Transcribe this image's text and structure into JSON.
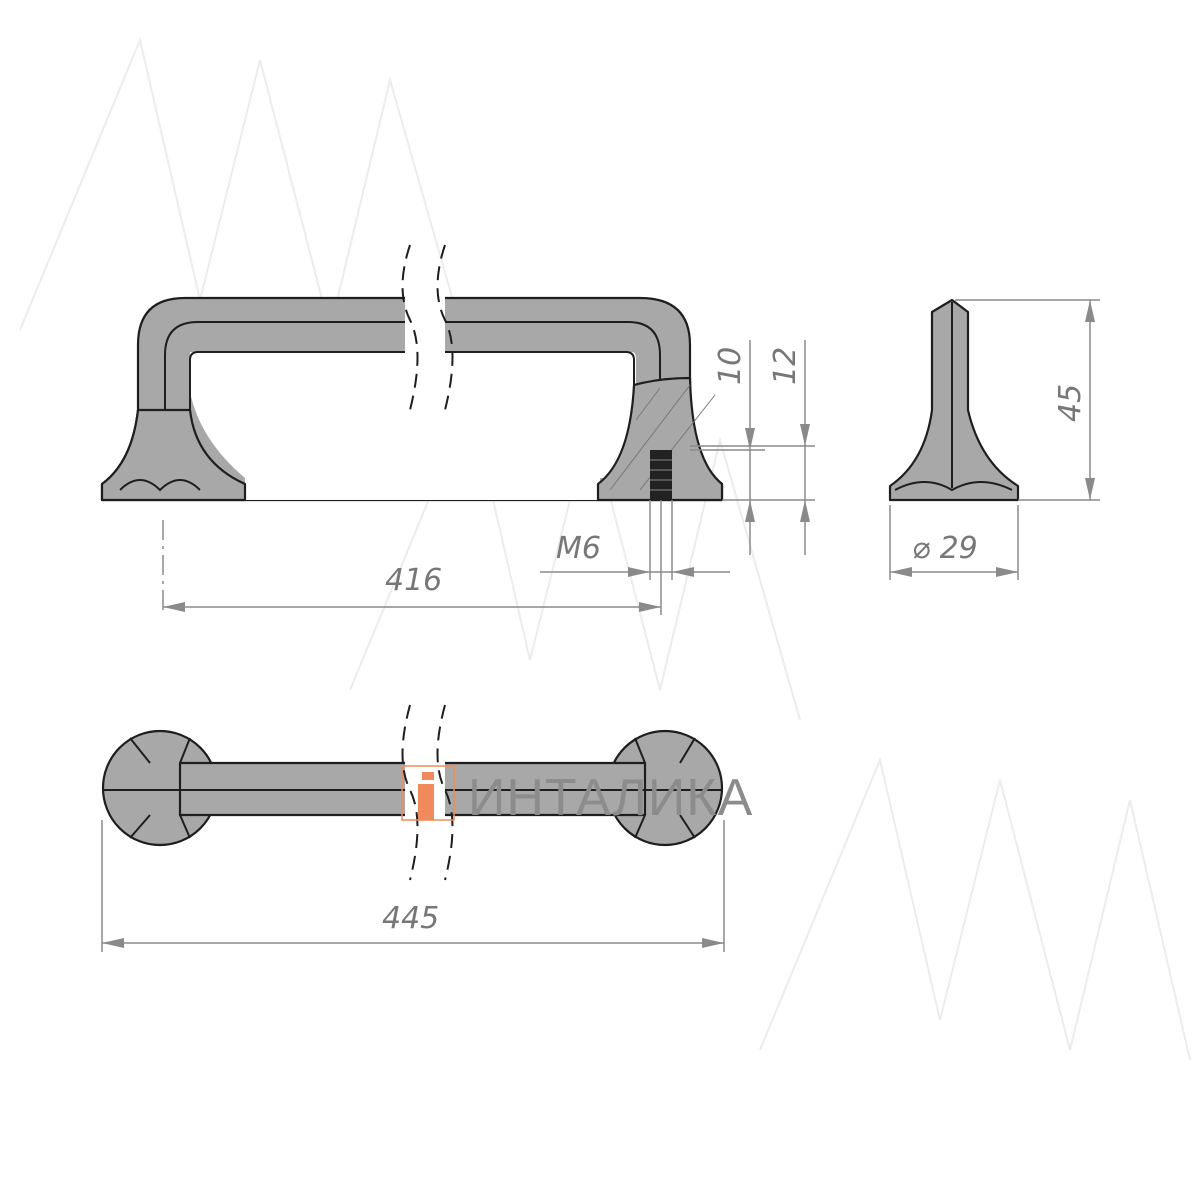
{
  "drawing": {
    "dimensions": {
      "hole_spacing": "416",
      "overall_length": "445",
      "thread": "M6",
      "thread_depth": "10",
      "hole_depth": "12",
      "height": "45",
      "base_diameter": "⌀ 29"
    },
    "logo": {
      "text": "ИНТАЛИКА",
      "mark": "i",
      "mark_color": "#f08a5d"
    },
    "colors": {
      "part_fill": "#a8a8a8",
      "outline": "#1e1e1e",
      "dimension": "#8a8a8a"
    }
  }
}
